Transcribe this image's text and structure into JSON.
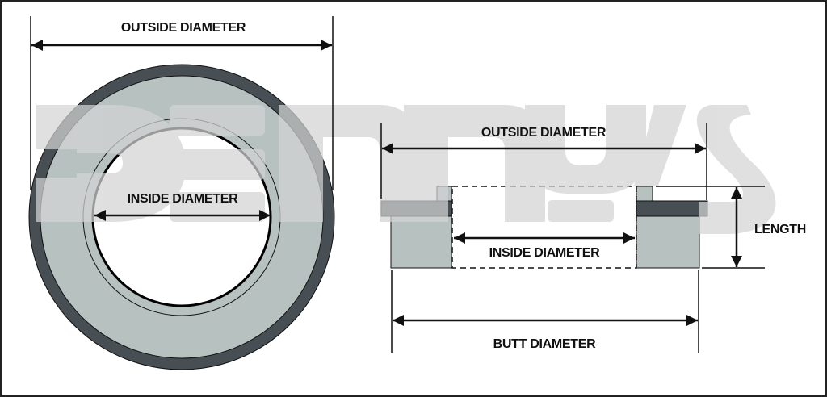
{
  "watermark": {
    "text": "DENNY'S",
    "color": "#d4d4d4"
  },
  "front_view": {
    "outside_diameter_label": "OUTSIDE DIAMETER",
    "inside_diameter_label": "INSIDE DIAMETER"
  },
  "side_view": {
    "outside_diameter_label": "OUTSIDE DIAMETER",
    "inside_diameter_label": "INSIDE DIAMETER",
    "length_label": "LENGTH",
    "butt_diameter_label": "BUTT DIAMETER"
  },
  "colors": {
    "dark_steel": "#474f55",
    "light_steel": "#b6c1c0",
    "line": "#111111",
    "frame": "#222222"
  }
}
